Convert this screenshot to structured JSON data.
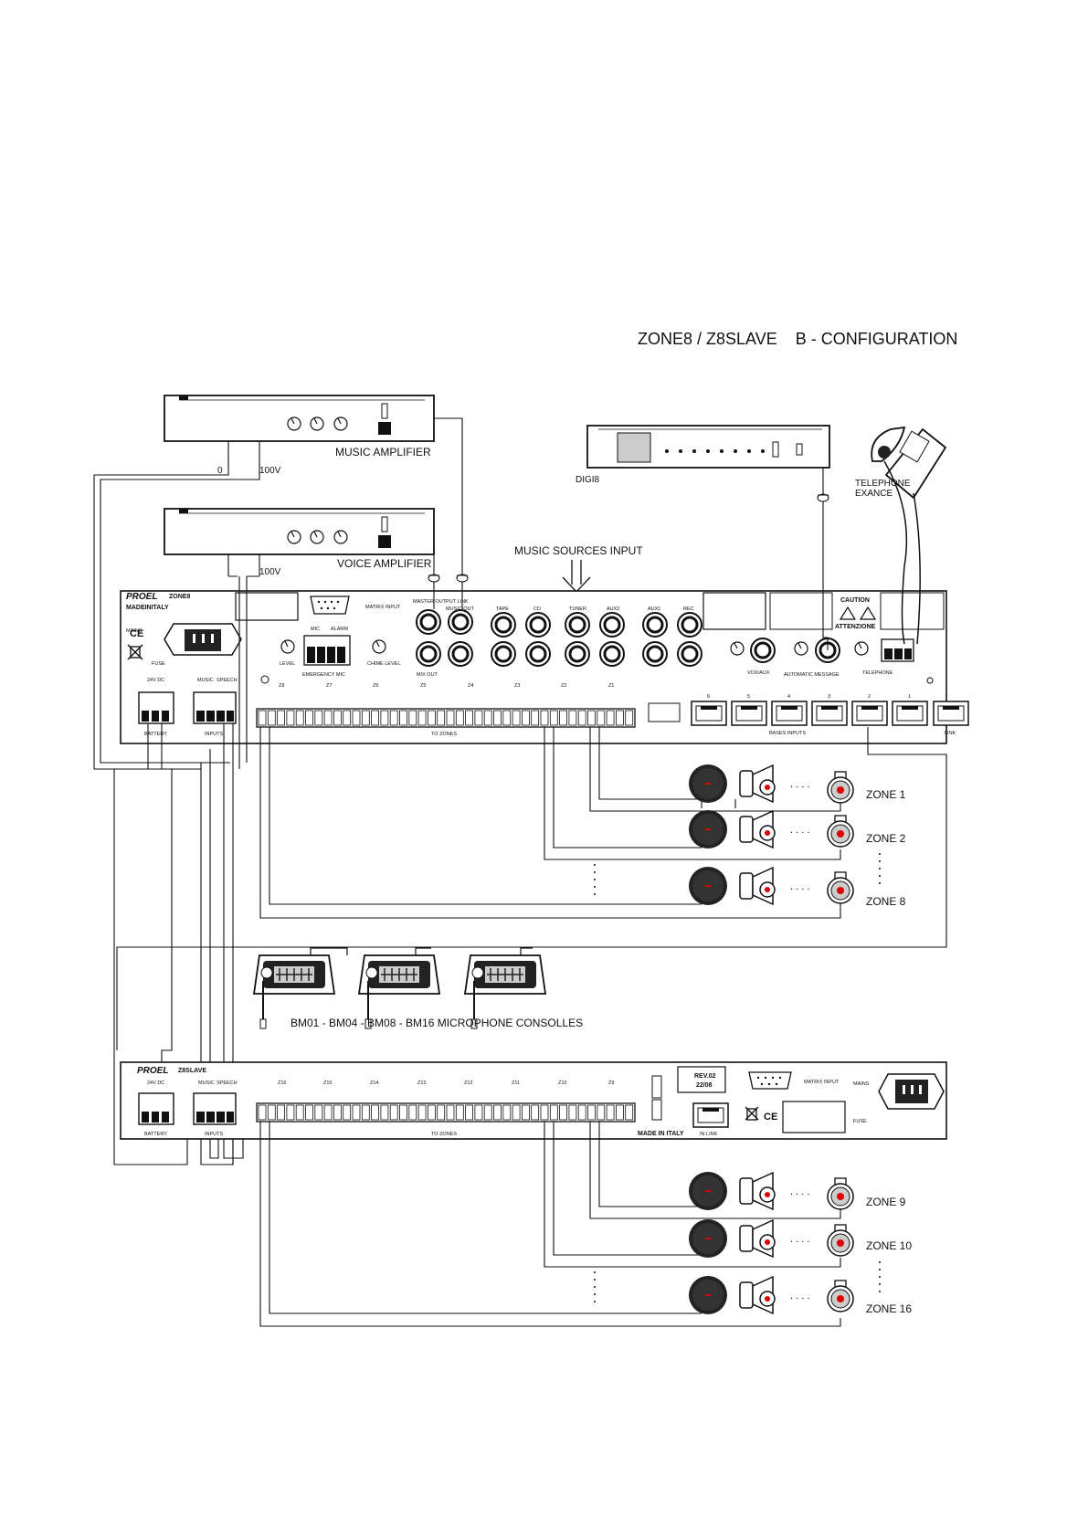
{
  "header": {
    "title": "ZONE8 / Z8SLAVE    B - CONFIGURATION"
  },
  "amplifiers": {
    "music": {
      "label": "MUSIC AMPLIFIER",
      "out_0": "0",
      "out_100v": "100V"
    },
    "voice": {
      "label": "VOICE AMPLIFIER",
      "out_100v": "100V"
    }
  },
  "digi8": {
    "label": "DIGI8"
  },
  "telephone": {
    "label_line1": "TELEPHONE",
    "label_line2": "EXANCE"
  },
  "music_sources": {
    "label": "MUSIC SOURCES INPUT"
  },
  "zone8_panel": {
    "brand": "PROEL",
    "model": "ZONE8",
    "made_in": "MADEINITALY",
    "mains": "MAINS",
    "fuse": "FUSE",
    "matrix": "MATRIX INPUT",
    "master_output_link": "MASTER OUTPUT LINK",
    "mix_out": "MIX OUT",
    "music_out": "MUSIC OUT",
    "sources": [
      "TAPE",
      "CD",
      "TUNER",
      "AUX2",
      "AUX1",
      "REC"
    ],
    "battery_spec": "24V DC",
    "battery": "BATTERY",
    "inputs": "INPUTS",
    "inputs_music": "MUSIC",
    "inputs_speech": "SPEECH",
    "emergency_mic": "EMERGENCY MIC",
    "mic": "MIC",
    "alarm": "ALARM",
    "level": "LEVEL",
    "chime_level": "CHIME LEVEL",
    "zones": [
      "Z8",
      "Z7",
      "Z6",
      "Z5",
      "Z4",
      "Z3",
      "Z2",
      "Z1"
    ],
    "to_zones": "TO ZONES",
    "vox_aux": "VOX/AUX",
    "automatic_message": "AUTOMATIC MESSAGE",
    "telephone": "TELEPHONE",
    "bases_inputs": "BASES INPUTS",
    "bases_numbers": [
      "6",
      "5",
      "4",
      "3",
      "2",
      "1"
    ],
    "link": "LINK",
    "caution": "CAUTION",
    "attenzione": "ATTENZIONE"
  },
  "zones_upper": [
    "ZONE 1",
    "ZONE 2",
    "ZONE 8"
  ],
  "consoles": {
    "label": "BM01 - BM04 - BM08 - BM16 MICROPHONE CONSOLLES"
  },
  "z8slave_panel": {
    "brand": "PROEL",
    "model": "Z8SLAVE",
    "battery_spec": "24V DC",
    "battery": "BATTERY",
    "inputs": "INPUTS",
    "inputs_music": "MUSIC",
    "inputs_speech": "SPEECH",
    "zones": [
      "Z16",
      "Z15",
      "Z14",
      "Z13",
      "Z12",
      "Z11",
      "Z10",
      "Z9"
    ],
    "to_zones": "TO ZONES",
    "rev_line1": "REV.02",
    "rev_line2": "22/08",
    "matrix": "MATRIX INPUT",
    "made_in": "MADE IN ITALY",
    "in_link": "IN LINK",
    "mains": "MAINS",
    "fuse": "FUSE"
  },
  "zones_lower": [
    "ZONE 9",
    "ZONE 10",
    "ZONE 16"
  ]
}
